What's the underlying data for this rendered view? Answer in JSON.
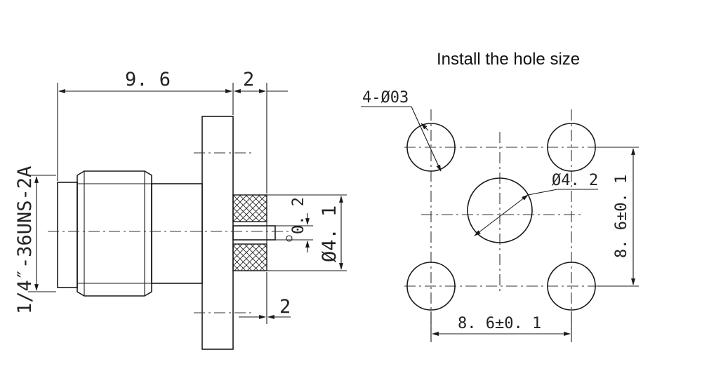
{
  "title": "Install the hole size",
  "side_view": {
    "dim_length": "9. 6",
    "dim_flange": "2",
    "dim_thread": "1/4″-36UNS-2A",
    "dim_pin": "0. 2",
    "dim_dielectric": "Ø4. 1",
    "dim_extension": "2"
  },
  "hole_view": {
    "dim_holes": "4-Ø03",
    "dim_center": "Ø4. 2",
    "dim_horizontal": "8. 6±0. 1",
    "dim_vertical": "8. 6±0. 1"
  }
}
